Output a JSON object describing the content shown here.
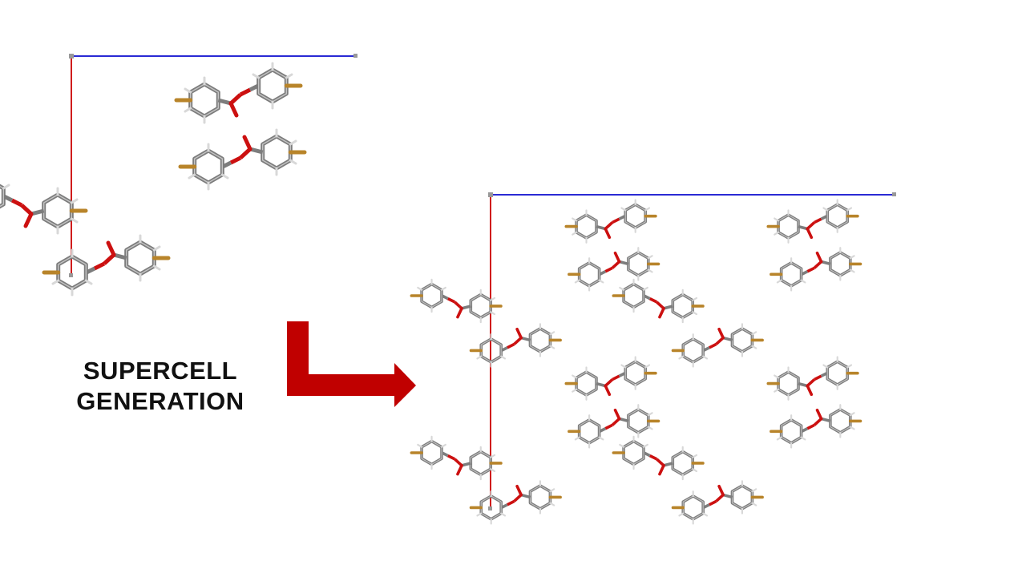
{
  "caption": {
    "line1": "SUPERCELL",
    "line2": "GENERATION"
  },
  "colors": {
    "axis_a": "#d01c1c",
    "axis_b": "#2a2ad4",
    "carbon": "#7d7d7d",
    "hydrogen": "#d8d8d8",
    "oxygen": "#cc1010",
    "bromine": "#b8842a",
    "arrow": "#c00000"
  },
  "unit_cell": {
    "molecules": 4,
    "atoms": [
      "C",
      "H",
      "O",
      "Br"
    ]
  },
  "supercell": {
    "repeat_a": 2,
    "repeat_b": 2,
    "molecules": 16
  }
}
